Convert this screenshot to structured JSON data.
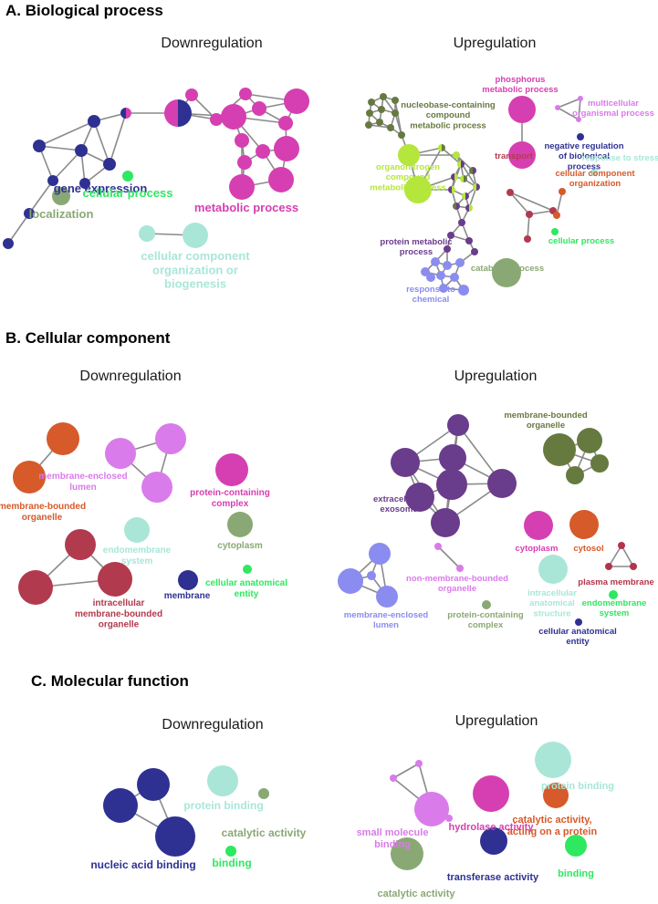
{
  "sections": {
    "a": {
      "title": "A. Biological process",
      "down": "Downregulation",
      "up": "Upregulation"
    },
    "b": {
      "title": "B. Cellular component",
      "down": "Downregulation",
      "up": "Upregulation"
    },
    "c": {
      "title": "C. Molecular function",
      "down": "Downregulation",
      "up": "Upregulation"
    }
  },
  "colors": {
    "navy": "#2e3192",
    "magenta": "#d63fb1",
    "green": "#2ee860",
    "sage": "#8aa874",
    "aqua": "#a9e6d8",
    "olive": "#667a40",
    "lime": "#b4e63c",
    "purple": "#6a3c8c",
    "periwinkle": "#8a8cf0",
    "orange": "#d65a2a",
    "crimson": "#b23a4e",
    "violet": "#d97bea",
    "darkred": "#b3344a"
  },
  "labels": {
    "a_gene_expression": [
      "gene expression"
    ],
    "a_cellular_process": [
      "cellular process"
    ],
    "a_metabolic_process": [
      "metabolic process"
    ],
    "a_localization": [
      "localization"
    ],
    "a_ccob": [
      "cellular component",
      "organization or",
      "biogenesis"
    ],
    "a_nucleobase": [
      "nucleobase-containing",
      "compound",
      "metabolic process"
    ],
    "a_phosphorus": [
      "phosphorus",
      "metabolic process"
    ],
    "a_multicellular": [
      "multicellular",
      "organismal process"
    ],
    "a_negreg": [
      "negative regulation",
      "of biological",
      "process"
    ],
    "a_organonitrogen": [
      "organonitrogen",
      "compound",
      "metabolic process"
    ],
    "a_response_stress": [
      "response to stress"
    ],
    "a_transport": [
      "transport"
    ],
    "a_cco": [
      "cellular component",
      "organization"
    ],
    "a_protein_metabolic": [
      "protein metabolic",
      "process"
    ],
    "a_cellular_process_up": [
      "cellular process"
    ],
    "a_catabolic": [
      "catabolic process"
    ],
    "a_response_chemical": [
      "response to",
      "chemical"
    ],
    "b_mbo_down": [
      "membrane-bounded",
      "organelle"
    ],
    "b_mel_down": [
      "membrane-enclosed",
      "lumen"
    ],
    "b_pcc_down": [
      "protein-containing",
      "complex"
    ],
    "b_endo_down": [
      "endomembrane",
      "system"
    ],
    "b_cytoplasm_down": [
      "cytoplasm"
    ],
    "b_membrane_down": [
      "membrane"
    ],
    "b_cae_down": [
      "cellular anatomical",
      "entity"
    ],
    "b_imbo_down": [
      "intracellular",
      "membrane-bounded",
      "organelle"
    ],
    "b_mbo_up": [
      "membrane-bounded",
      "organelle"
    ],
    "b_exosome": [
      "extracellular",
      "exosome"
    ],
    "b_cytoplasm_up": [
      "cytoplasm"
    ],
    "b_cytosol": [
      "cytosol"
    ],
    "b_nmbo": [
      "non-membrane-bounded",
      "organelle"
    ],
    "b_ias": [
      "intracellular",
      "anatomical",
      "structure"
    ],
    "b_plasma": [
      "plasma membrane"
    ],
    "b_endo_up": [
      "endomembrane",
      "system"
    ],
    "b_mel_up": [
      "membrane-enclosed",
      "lumen"
    ],
    "b_pcc_up": [
      "protein-containing",
      "complex"
    ],
    "b_cae_up": [
      "cellular anatomical",
      "entity"
    ],
    "c_protein_binding_down": [
      "protein binding"
    ],
    "c_catalytic_down": [
      "catalytic activity"
    ],
    "c_binding_down": [
      "binding"
    ],
    "c_nucleic": [
      "nucleic acid binding"
    ],
    "c_protein_binding_up": [
      "protein binding"
    ],
    "c_hydrolase": [
      "hydrolase activity"
    ],
    "c_small_molecule": [
      "small molecule",
      "binding"
    ],
    "c_cat_on_protein": [
      "catalytic activity,",
      "acting on a protein"
    ],
    "c_catalytic_up": [
      "catalytic activity"
    ],
    "c_transferase": [
      "transferase activity"
    ],
    "c_binding_up": [
      "binding"
    ]
  }
}
